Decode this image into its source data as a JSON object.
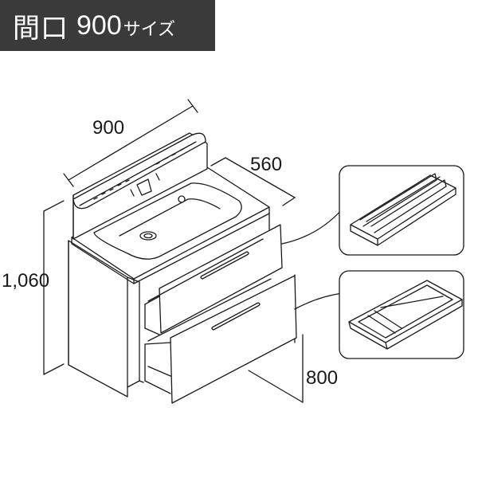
{
  "header": {
    "title": "間口",
    "size": "900",
    "suffix": "サイズ"
  },
  "dimensions": {
    "width": "900",
    "height": "1,060",
    "depth_top": "560",
    "depth_floor": "800"
  },
  "colors": {
    "header_bg": "#3a3a3a",
    "header_text": "#ffffff",
    "line": "#1a1a1a"
  }
}
